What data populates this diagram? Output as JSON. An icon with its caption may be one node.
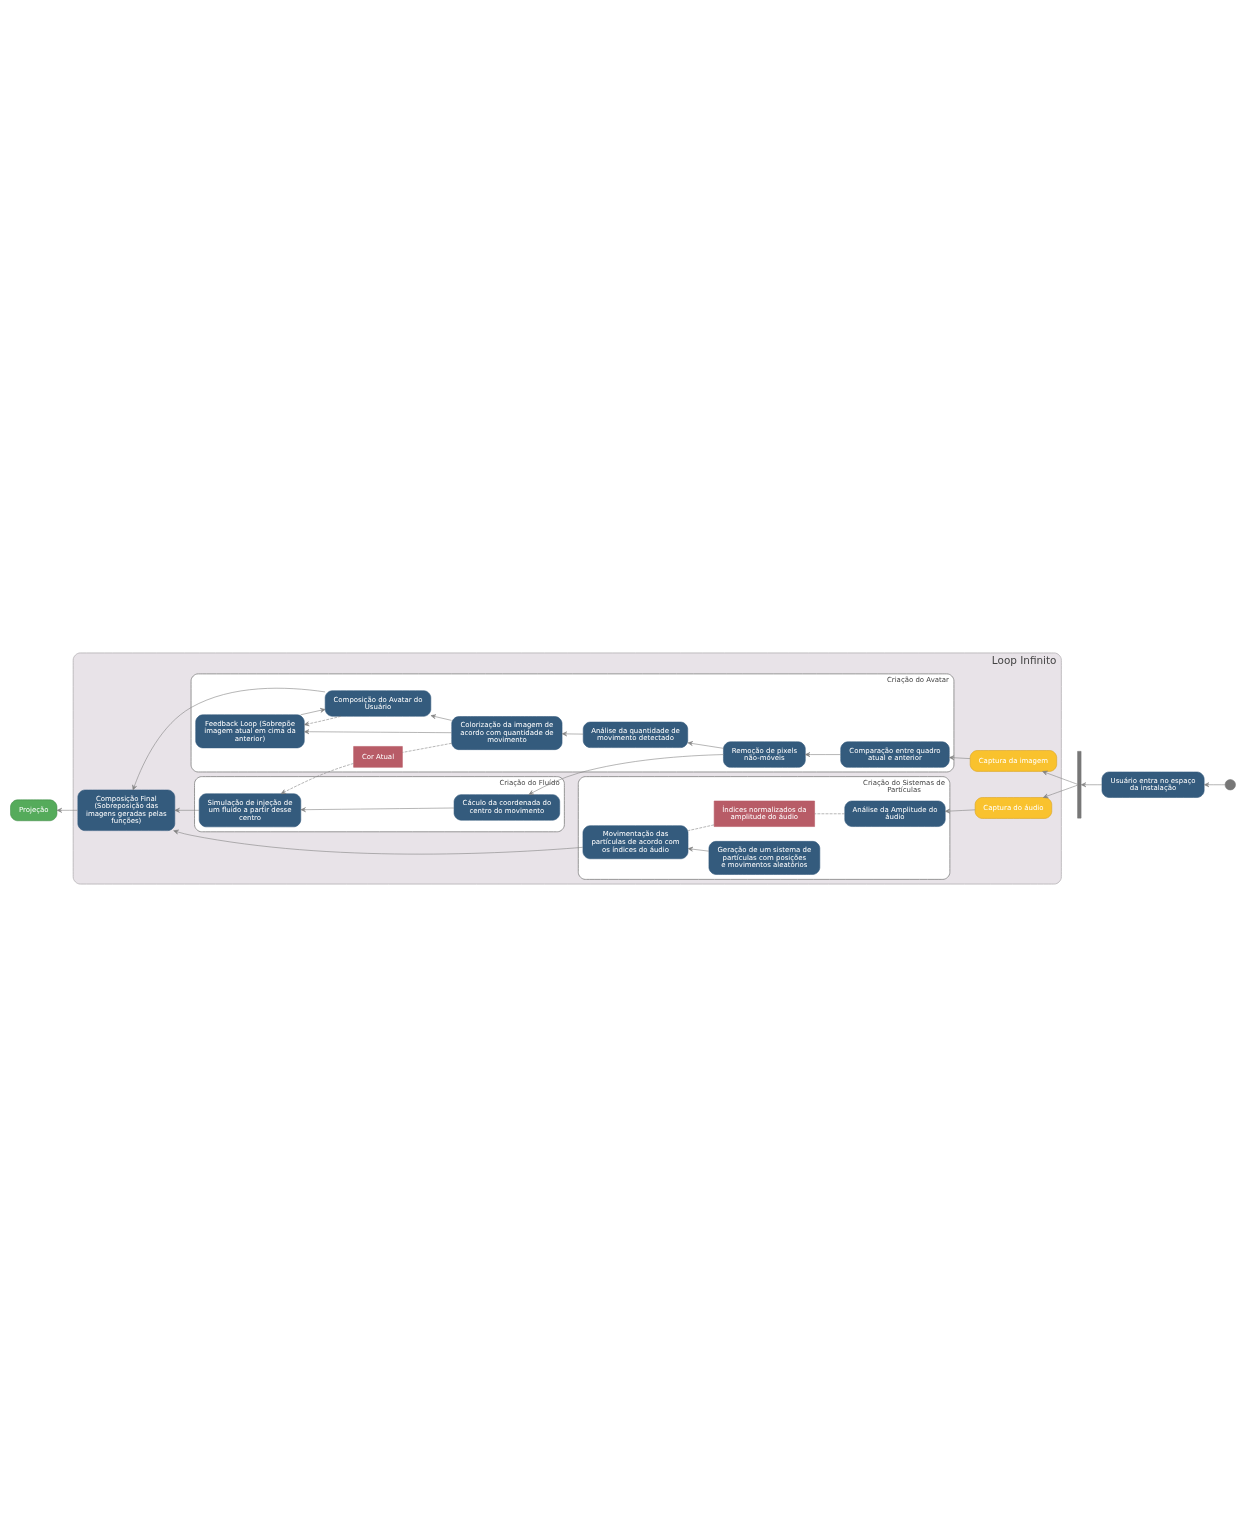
{
  "diagram": {
    "nodes": [
      {
        "text": [
          "Loop Infinito"
        ]
      },
      {
        "text": [
          "Criação do Fluído"
        ],
        "in": 0
      },
      {
        "text": [
          "Cáculo da coordenada do centro do movimento"
        ],
        "in": 1
      },
      {
        "text": [
          "Simulação de injeção de um fluido a partir desse centro"
        ],
        "in": 1
      },
      {
        "text": [
          "Criação do Avatar"
        ],
        "in": 0
      },
      {
        "text": [
          "Cor Atual"
        ],
        "in": 4
      },
      {
        "text": [
          "Comparação entre quadro atual e anterior"
        ],
        "in": 4
      },
      {
        "text": [
          "Remoção de pixels não-móveis"
        ],
        "in": 4
      },
      {
        "text": [
          "Análise da quantidade de movimento detectado"
        ],
        "in": 4
      },
      {
        "text": [
          "Colorização da imagem de acordo com quantidade de movimento"
        ],
        "in": 4
      },
      {
        "text": [
          "Composição do Avatar do Usuário"
        ],
        "in": 4
      },
      {
        "text": [
          "Feedback Loop (Sobrepõe imagem atual em cima da anterior)"
        ],
        "in": 4
      },
      {
        "text": [
          "Criação do Sistemas de Partículas"
        ],
        "in": 0
      },
      {
        "text": [
          "Análise da Amplitude do áudio"
        ],
        "in": 12
      },
      {
        "text": [
          "Índices normalizados da amplitude do áudio"
        ],
        "in": 12
      },
      {
        "text": [
          "Geração de um sistema de partículas com posições e movimentos aleatórios"
        ],
        "in": 12
      },
      {
        "text": [
          "Movimentação das partículas de acordo com os índices do áudio"
        ],
        "in": 12
      },
      {
        "text": [
          "Captura da imagem"
        ],
        "in": 0
      },
      {
        "text": [
          "Captura do áudio"
        ],
        "in": 0
      },
      {
        "text": [
          "Composição Final (Sobreposição das imagens geradas pelas funções)"
        ],
        "in": 0
      },
      {
        "text": [
          "Usuário entra no espaço da instalação"
        ]
      },
      {
        "text": [],
        "shape": "bar"
      },
      {
        "text": [],
        "shape": "circle"
      },
      {
        "text": [
          "Projeção"
        ]
      }
    ],
    "edges": [
      {
        "from": 22,
        "to": 20,
        "arrow": "to"
      },
      {
        "from": 20,
        "to": 21,
        "arrow": "to"
      },
      {
        "from": 21,
        "to": 17,
        "arrow": "to"
      },
      {
        "from": 21,
        "to": 18,
        "arrow": "to"
      },
      {
        "from": 17,
        "to": 6,
        "arrow": "to"
      },
      {
        "from": 6,
        "to": 7,
        "arrow": "to"
      },
      {
        "from": 7,
        "to": 8,
        "arrow": "to"
      },
      {
        "from": 7,
        "to": 2,
        "arrow": "to"
      },
      {
        "from": 2,
        "to": 3,
        "arrow": "to"
      },
      {
        "from": 8,
        "to": 9,
        "arrow": "to"
      },
      {
        "from": 9,
        "to": 10,
        "arrow": "to"
      },
      {
        "from": 9,
        "to": 11,
        "arrow": "to"
      },
      {
        "from": 11,
        "to": 10,
        "arrow": "to"
      },
      {
        "from": 10,
        "to": 11,
        "arrow": "to",
        "style": "dashed"
      },
      {
        "from": 9,
        "to": 5,
        "arrow": "none",
        "style": "dashed"
      },
      {
        "from": 5,
        "to": 3,
        "arrow": "to",
        "style": "dashed"
      },
      {
        "from": 18,
        "to": 13,
        "arrow": "to"
      },
      {
        "from": 13,
        "to": 14,
        "arrow": "none",
        "style": "dashed"
      },
      {
        "from": 14,
        "to": 16,
        "arrow": "none",
        "style": "dashed"
      },
      {
        "from": 15,
        "to": 16,
        "arrow": "to"
      },
      {
        "from": 3,
        "to": 19,
        "arrow": "to"
      },
      {
        "from": 10,
        "to": 19,
        "arrow": "to"
      },
      {
        "from": 16,
        "to": 19,
        "arrow": "to"
      },
      {
        "from": 19,
        "to": 23,
        "arrow": "to"
      }
    ]
  }
}
